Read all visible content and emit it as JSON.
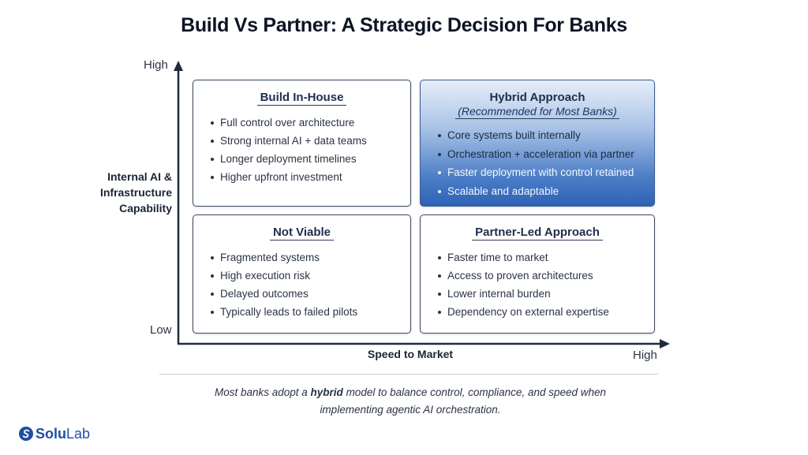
{
  "title": "Build Vs Partner: A Strategic Decision For Banks",
  "axes": {
    "y_high": "High",
    "y_low": "Low",
    "y_label_lines": [
      "Internal AI &",
      "Infrastructure",
      "Capability"
    ],
    "x_label": "Speed to Market",
    "x_high": "High"
  },
  "quadrants": {
    "build_in_house": {
      "heading": "Build In-House",
      "items": [
        "Full control over architecture",
        "Strong internal AI + data teams",
        "Longer deployment timelines",
        "Higher upfront investment"
      ]
    },
    "hybrid": {
      "heading": "Hybrid Approach",
      "subheading": "(Recommended for Most Banks)",
      "items": [
        "Core systems built internally",
        "Orchestration + acceleration via partner",
        "Faster deployment with control retained",
        "Scalable and adaptable"
      ]
    },
    "not_viable": {
      "heading": "Not Viable",
      "items": [
        "Fragmented systems",
        "High execution risk",
        "Delayed outcomes",
        "Typically leads to failed pilots"
      ]
    },
    "partner_led": {
      "heading": "Partner-Led Approach",
      "items": [
        "Faster time to market",
        "Access to proven architectures",
        "Lower internal burden",
        "Dependency on external expertise"
      ]
    }
  },
  "caption": {
    "pre": "Most banks adopt a ",
    "bold": "hybrid",
    "post_line1": " model to balance control, compliance, and speed when",
    "line2": "implementing agentic AI orchestration."
  },
  "logo": {
    "bold": "Solu",
    "regular": "Lab"
  },
  "colors": {
    "hybrid_gradient_top": "#e7eef8",
    "hybrid_gradient_bottom": "#2f62b6",
    "axis": "#1f2a3d",
    "brand": "#1d4fa3"
  }
}
